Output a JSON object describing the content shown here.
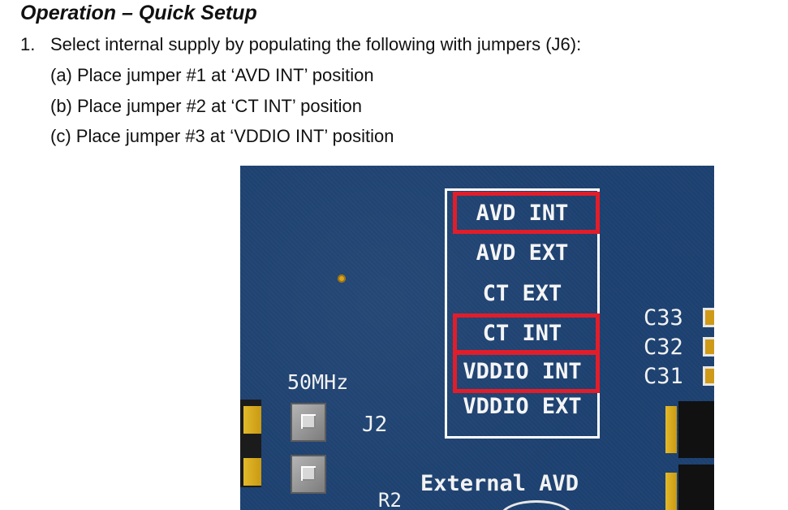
{
  "heading": "Operation – Quick Setup",
  "step": {
    "number": "1.",
    "text": "Select internal supply by populating the following with jumpers (J6):"
  },
  "substeps": [
    "(a)  Place jumper #1 at ‘AVD INT’ position",
    "(b)  Place jumper #2 at ‘CT INT’ position",
    "(c) Place jumper #3 at ‘VDDIO INT’ position"
  ],
  "pcb": {
    "jumper_labels": [
      "AVD INT",
      "AVD EXT",
      "CT EXT",
      "CT INT",
      "VDDIO INT",
      "VDDIO EXT"
    ],
    "highlighted": [
      "AVD INT",
      "CT INT",
      "VDDIO INT"
    ],
    "oscillator_label": "50MHz",
    "connector_label": "J2",
    "resistor_label": "R2",
    "caps": [
      "C33",
      "C32",
      "C31"
    ],
    "external_label": "External AVD"
  },
  "colors": {
    "pcb": "#1d4171",
    "highlight": "#e21d2a",
    "silkscreen": "#f2f2f2",
    "gold": "#d9a520"
  }
}
